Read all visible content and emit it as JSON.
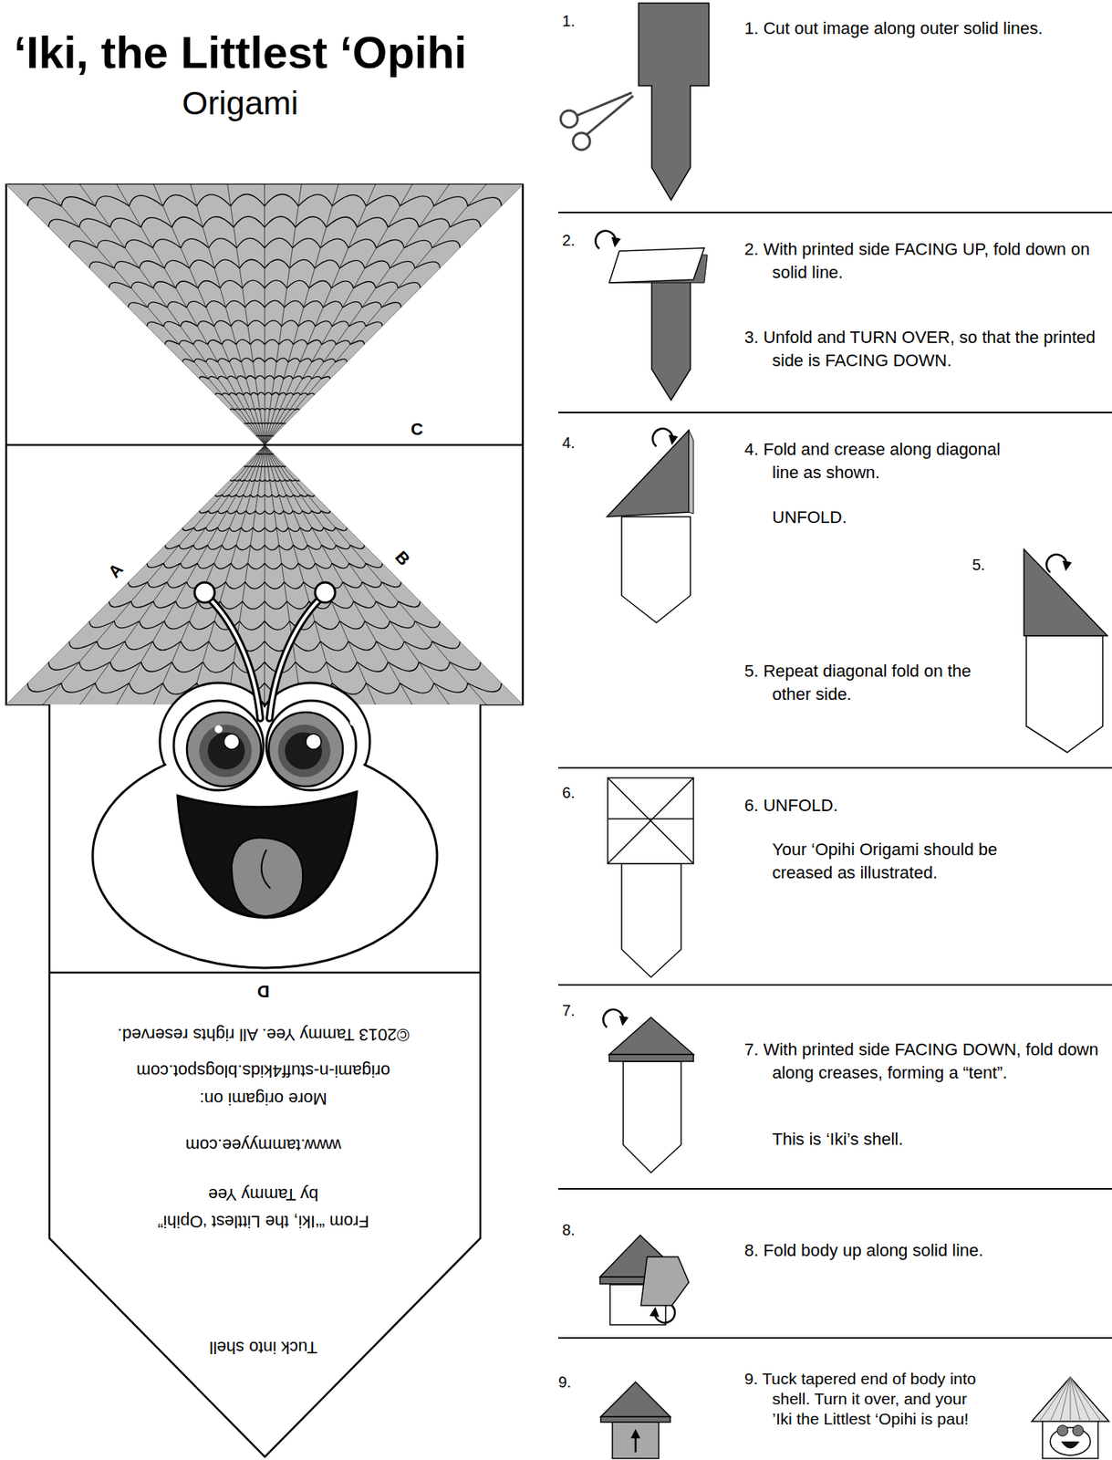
{
  "diagram": {
    "title": "‘Iki, the Littlest ‘Opihi",
    "labels": [
      "Origami",
      "C",
      "A",
      "B",
      "D",
      "©2013 Tammy Yee. All rights reserved.",
      "origami-n-stuff4kids.blogspot.com",
      "More origami on:",
      "www.tammyyee.com",
      "by Tammy Yee",
      "From “‘Iki, the Littlest ‘Opihi”",
      "Tuck into shell",
      "1.",
      "1. Cut out image along outer solid lines.",
      "2.",
      "2. With printed side FACING UP, fold down on solid line.",
      "3. Unfold and TURN OVER, so that the printed side is FACING DOWN.",
      "4.",
      "4. Fold and crease along diagonal line as shown.",
      "UNFOLD.",
      "5.",
      "5. Repeat diagonal fold on the other side.",
      "6.",
      "6. UNFOLD.",
      "Your ‘Opihi Origami should be creased as illustrated.",
      "7.",
      "7. With printed side FACING DOWN, fold down along creases, forming a “tent”.",
      "This is ‘Iki’s shell.",
      "8.",
      "8. Fold body up along solid line.",
      "9.",
      "9. Tuck tapered end of body into shell. Turn it over, and your ’Iki the Littlest ‘Opihi is pau!"
    ]
  }
}
